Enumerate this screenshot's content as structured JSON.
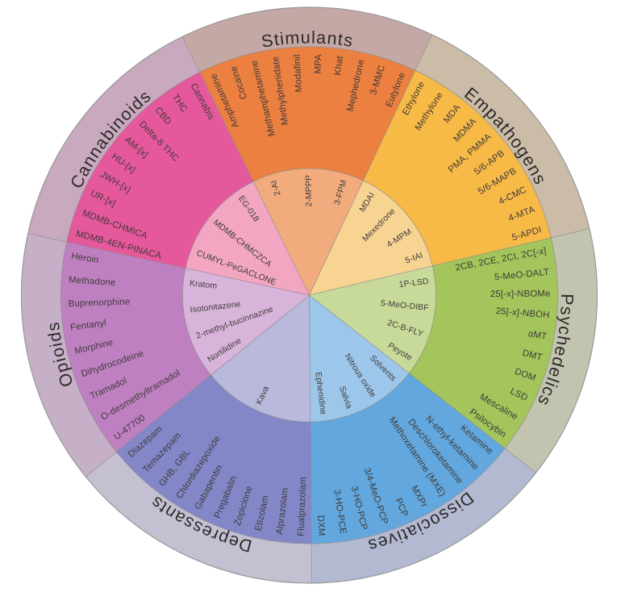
{
  "diagram": {
    "kind": "drug-category-wheel",
    "background_color": "#ffffff",
    "stroke_color": "#8a8a8a",
    "label_text_color": "#3f3b3a",
    "category_text_color": "#2d2a29",
    "categories": [
      {
        "name": "Stimulants",
        "flip": false,
        "colors": {
          "outer": "#c4a8a5",
          "middle": "#eb8040",
          "inner": "#f2ab7c"
        },
        "middle_items": [
          "Amphetamine",
          "Cocaine",
          "Methamphetamine",
          "Methylphenidate",
          "Modafinil",
          "MPA",
          "Khat",
          "Mephedrone",
          "3-MMC",
          "Eutylone"
        ],
        "inner_items": [
          "2-AI",
          "2-MPPP",
          "3-FPM"
        ]
      },
      {
        "name": "Empathogens",
        "flip": false,
        "colors": {
          "outer": "#cbbca8",
          "middle": "#f8ba47",
          "inner": "#f8d493"
        },
        "middle_items": [
          "Ethylone",
          "Methylone",
          "MDA",
          "MDMA",
          "PMA, PMMA",
          "5/6-APB",
          "5/6-MAPB",
          "4-CMC",
          "4-MTA",
          "5-APDI"
        ],
        "inner_items": [
          "MDAI",
          "Mexedrone",
          "4-MPM",
          "5-IAI"
        ]
      },
      {
        "name": "Psychedelics",
        "flip": false,
        "colors": {
          "outer": "#c3c4b0",
          "middle": "#a3c55b",
          "inner": "#c8da99"
        },
        "middle_items": [
          "2CB, 2CE, 2CI, 2C[-x]",
          "5-MeO-DALT",
          "25[-x]-NBOMe",
          "25[-x]-NBOH",
          "αMT",
          "DMT",
          "DOM",
          "LSD",
          "Mescaline",
          "Psilocybin"
        ],
        "inner_items": [
          "1P-LSD",
          "5-MeO-DIBF",
          "2C-B-FLY",
          "Peyote"
        ]
      },
      {
        "name": "Dissociatives",
        "flip": false,
        "colors": {
          "outer": "#b2b9d1",
          "middle": "#62a8de",
          "inner": "#9cc6ea"
        },
        "middle_items": [
          "Ketamine",
          "N-ethyl-ketamine",
          "Deschloroketamine",
          "Methoxetamine (MXE)",
          "MXPr",
          "PCP",
          "3/4-MeO-PCP",
          "3-HO-PCP",
          "3-HO-PCE",
          "DXM"
        ],
        "inner_items": [
          "Solvents",
          "Nitrous oxide",
          "Salvia",
          "Ephenidine"
        ]
      },
      {
        "name": "Depressants",
        "flip": true,
        "colors": {
          "outer": "#c4c0d2",
          "middle": "#8387c8",
          "inner": "#b8b9db"
        },
        "middle_items": [
          "Diazepam",
          "Temazepam",
          "GHB, GBL",
          "Chlordiazepoxide",
          "Gabapentin",
          "Pregabalin",
          "Zopiclone",
          "Etizolam",
          "Alprazolam",
          "Flualprazolam"
        ],
        "inner_items": [
          "Kava"
        ]
      },
      {
        "name": "Opioids",
        "flip": true,
        "colors": {
          "outer": "#c6b0c8",
          "middle": "#bf80c1",
          "inner": "#d8b4da"
        },
        "middle_items": [
          "Heroin",
          "Methadone",
          "Buprenorphine",
          "Fentanyl",
          "Morphine",
          "Dihydrocodeine",
          "Tramadol",
          "O-desmethyltramadol",
          "U-47700"
        ],
        "inner_items": [
          "Kratom",
          "Isotonitazene",
          "2-methyl-bucinnazine",
          "Nortilidine"
        ]
      },
      {
        "name": "Cannabinoids",
        "flip": true,
        "colors": {
          "outer": "#c8a9be",
          "middle": "#e6589c",
          "inner": "#f2a6c2"
        },
        "middle_items": [
          "Cannabis",
          "THC",
          "CBD",
          "Delta-8 THC",
          "AM-[x]",
          "HU-[x]",
          "JWH-[x]",
          "UR-[x]",
          "MDMB-CHMICA",
          "MDMB-4EN-PINACA"
        ],
        "inner_items": [
          "EG-018",
          "MDMB-CHMCZCA",
          "CUMYL-PeGACLONE"
        ]
      }
    ]
  }
}
